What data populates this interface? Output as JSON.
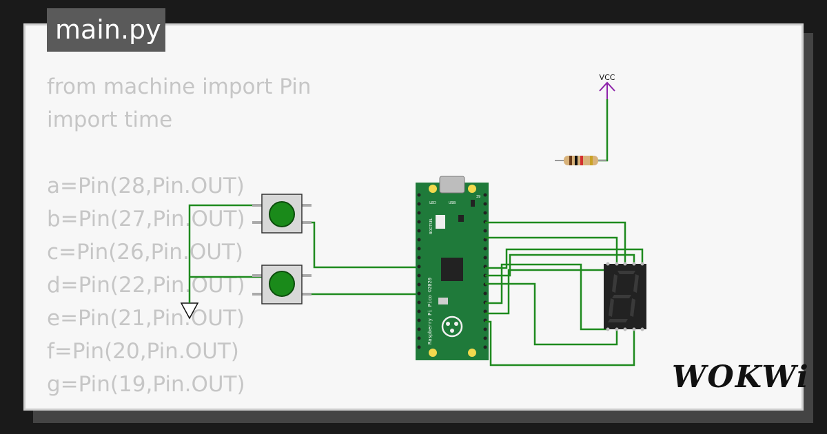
{
  "file_tab": {
    "label": "main.py"
  },
  "code_lines": [
    "from machine import Pin",
    "import time",
    "",
    "a=Pin(28,Pin.OUT)",
    "b=Pin(27,Pin.OUT)",
    "c=Pin(26,Pin.OUT)",
    "d=Pin(22,Pin.OUT)",
    "e=Pin(21,Pin.OUT)",
    "f=Pin(20,Pin.OUT)",
    "g=Pin(19,Pin.OUT)"
  ],
  "circuit": {
    "vcc_label": "VCC",
    "board": {
      "label": "Raspberry Pi Pico ©2020",
      "led_label": "LED",
      "usb_label": "USB",
      "bootsel_label": "BOOTSEL",
      "pin_label": "39"
    }
  },
  "brand": {
    "logo": "WOKWi"
  },
  "colors": {
    "wire": "#1e8a1e",
    "board": "#1f7a3a",
    "button_cap": "#1a8a1a",
    "vcc": "#8e24aa",
    "background": "#1a1a1a",
    "card": "#f7f7f7"
  }
}
